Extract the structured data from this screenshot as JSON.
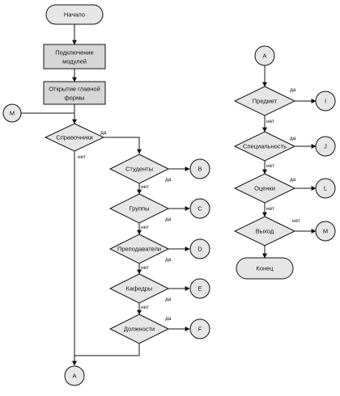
{
  "nodes": {
    "start": "Начало",
    "load_modules": [
      "Подключение",
      "модулей"
    ],
    "open_main_form": [
      "Открытие главной",
      "формы"
    ],
    "connector_m_left": "M",
    "references": "Справочники",
    "students": "Студенты",
    "connector_b": "B",
    "groups": "Группы",
    "connector_c": "C",
    "teachers": "Преподаватели",
    "connector_d": "D",
    "departments": "Кафедры",
    "connector_e": "E",
    "positions": "Должности",
    "connector_f": "F",
    "connector_a_bottom": "A",
    "connector_a_top": "A",
    "subject": "Предмет",
    "connector_i": "I",
    "specialty": "Специальность",
    "connector_j": "J",
    "grades": "Оценки",
    "connector_l": "L",
    "exit": "Выход",
    "connector_m_right": "M",
    "end": "Конец"
  },
  "edge_labels": {
    "yes": "да",
    "no": "нет"
  }
}
